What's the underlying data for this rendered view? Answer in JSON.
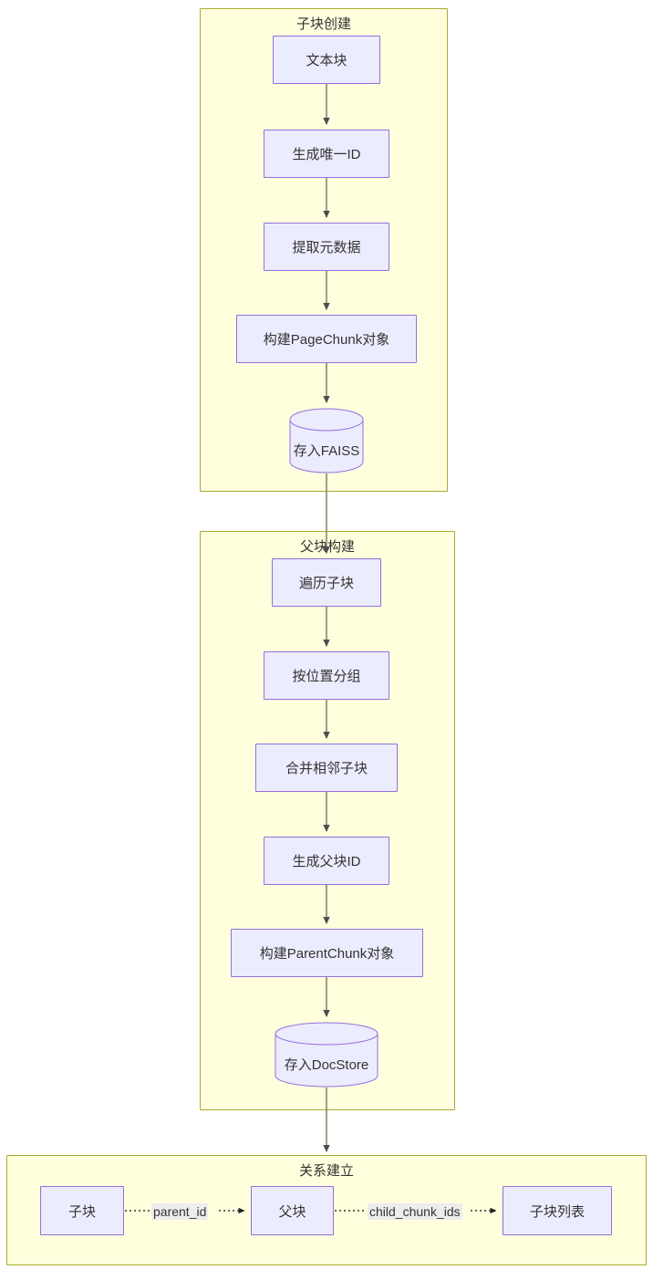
{
  "diagram": {
    "type": "flowchart",
    "direction": "top-to-bottom",
    "theme": {
      "subgraph_fill": "#ffffde",
      "subgraph_border": "#aaaa33",
      "node_fill": "#ececff",
      "node_border": "#9370db",
      "edge_color": "#87876e",
      "edge_label_bg": "#ededed",
      "text_color": "#333333",
      "page_background": "#ffffff"
    },
    "subgraphs": [
      {
        "id": "child-chunk-creation",
        "title": "子块创建",
        "nodes": [
          {
            "id": "text-block",
            "label": "文本块",
            "shape": "rect"
          },
          {
            "id": "generate-unique-id",
            "label": "生成唯一ID",
            "shape": "rect"
          },
          {
            "id": "extract-metadata",
            "label": "提取元数据",
            "shape": "rect"
          },
          {
            "id": "build-pagechunk-object",
            "label": "构建PageChunk对象",
            "shape": "rect"
          },
          {
            "id": "store-faiss",
            "label": "存入FAISS",
            "shape": "cylinder"
          }
        ]
      },
      {
        "id": "parent-chunk-building",
        "title": "父块构建",
        "nodes": [
          {
            "id": "traverse-child-chunks",
            "label": "遍历子块",
            "shape": "rect"
          },
          {
            "id": "group-by-position",
            "label": "按位置分组",
            "shape": "rect"
          },
          {
            "id": "merge-adjacent-chunks",
            "label": "合并相邻子块",
            "shape": "rect"
          },
          {
            "id": "generate-parent-chunk-id",
            "label": "生成父块ID",
            "shape": "rect"
          },
          {
            "id": "build-parentchunk-object",
            "label": "构建ParentChunk对象",
            "shape": "rect"
          },
          {
            "id": "store-docstore",
            "label": "存入DocStore",
            "shape": "cylinder"
          }
        ]
      },
      {
        "id": "relationship-establishment",
        "title": "关系建立",
        "nodes": [
          {
            "id": "child-chunk",
            "label": "子块",
            "shape": "rect"
          },
          {
            "id": "parent-chunk",
            "label": "父块",
            "shape": "rect"
          },
          {
            "id": "child-chunk-list",
            "label": "子块列表",
            "shape": "rect"
          }
        ],
        "edges": [
          {
            "from": "child-chunk",
            "to": "parent-chunk",
            "label": "parent_id",
            "style": "dotted"
          },
          {
            "from": "parent-chunk",
            "to": "child-chunk-list",
            "label": "child_chunk_ids",
            "style": "dotted"
          }
        ]
      }
    ]
  }
}
